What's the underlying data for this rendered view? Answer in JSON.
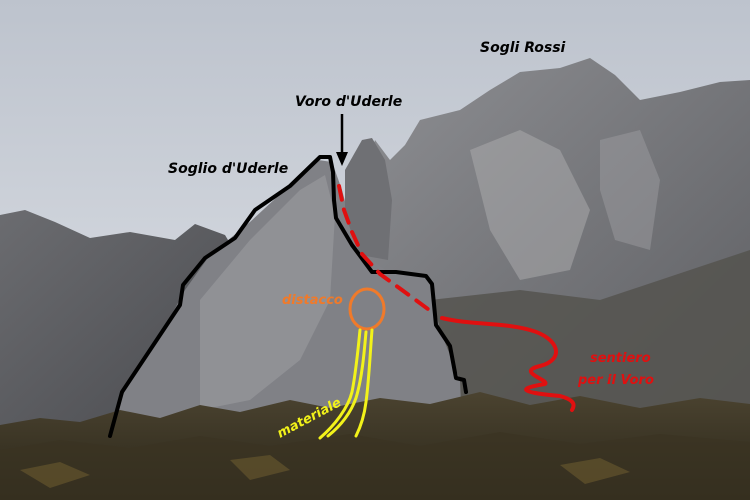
{
  "labels": {
    "sogli_rossi": "Sogli Rossi",
    "voro": "Voro d'Uderle",
    "soglio": "Soglio d'Uderle",
    "distacco": "distacco",
    "materiale": "materiale",
    "sentiero_line1": "sentiero",
    "sentiero_line2": "per il Voro"
  },
  "colors": {
    "sky": "#d3d8df",
    "outline": "#000000",
    "path": "#e01010",
    "debris": "#f2f21a",
    "detachment": "#f07a2a"
  }
}
